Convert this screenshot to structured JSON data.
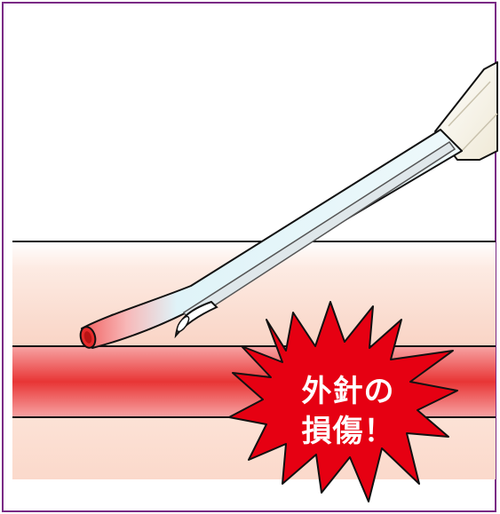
{
  "colors": {
    "frame": "#7a2a85",
    "skin_top": "#fff1ea",
    "skin_mid": "#fbd8cb",
    "vessel_edge": "#f47a7a",
    "vessel_center": "#e83232",
    "burst": "#e60012",
    "catheter": "#eef8fb",
    "catheter_tip": "#f07a7a"
  },
  "illustration": {
    "subject": "catheter-and-needle-in-vessel",
    "callout": {
      "line1": "外針の",
      "line2": "損傷！"
    }
  }
}
